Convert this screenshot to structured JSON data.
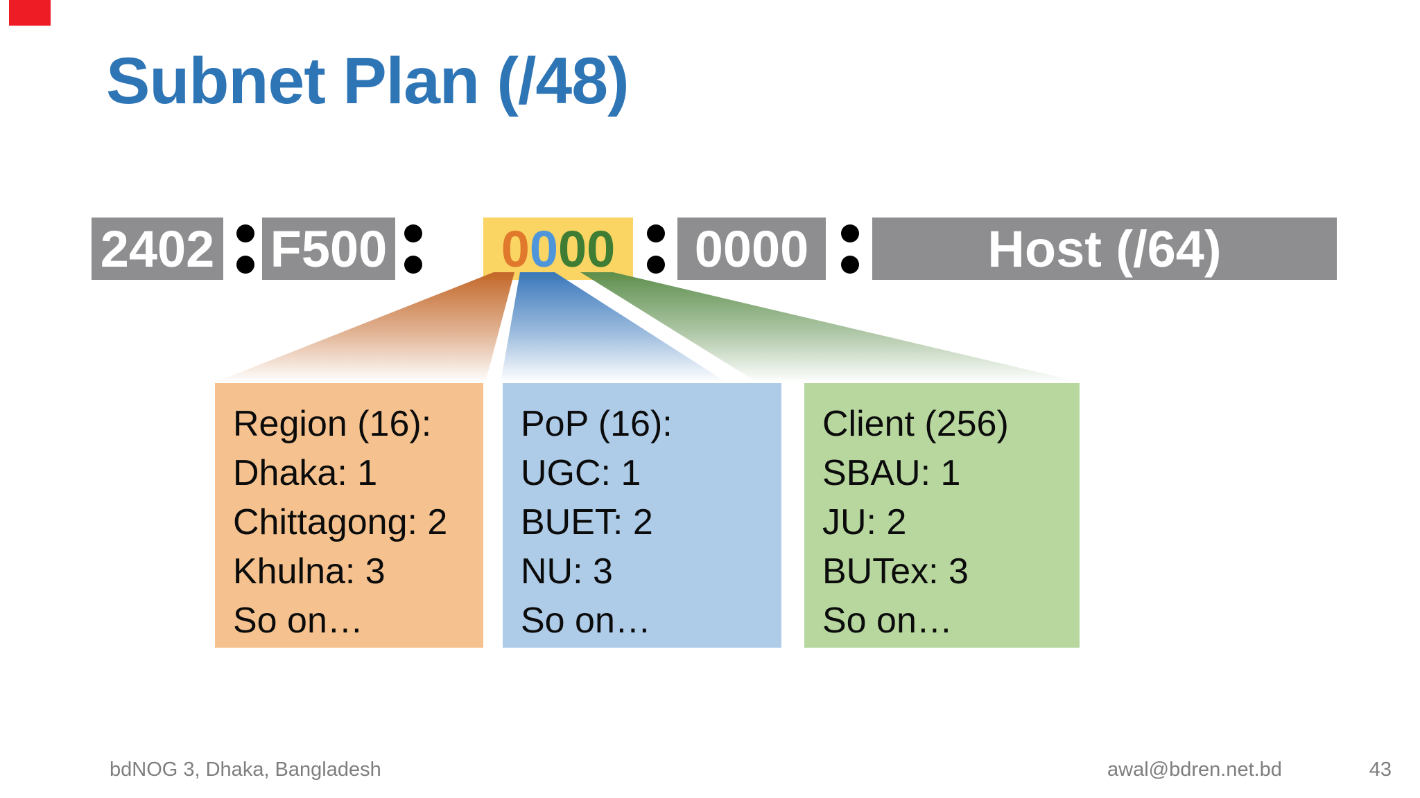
{
  "slide": {
    "background": "#ffffff",
    "red_tab_color": "#EE1C25",
    "title": {
      "text": "Subnet Plan (/48)",
      "color": "#2E75B6"
    },
    "footer": {
      "left": "bdNOG 3, Dhaka, Bangladesh",
      "email": "awal@bdren.net.bd",
      "page_number": "43",
      "color": "#7E7E7E"
    }
  },
  "address_bar": {
    "separator_glyph": ":",
    "separator_color": "#000000",
    "gray_block_color": "#8E8E90",
    "block_text_color": "#ffffff",
    "highlight_block_color": "#FAD564",
    "blocks": [
      {
        "label": "2402"
      },
      {
        "label": "F500"
      },
      {
        "label": "0000",
        "highlighted": true,
        "digits": [
          {
            "char": "0",
            "color": "#E0792C"
          },
          {
            "char": "0",
            "color": "#4E95D9"
          },
          {
            "char": "0",
            "color": "#3E7D33"
          },
          {
            "char": "0",
            "color": "#3E7D33"
          }
        ]
      },
      {
        "label": "0000"
      },
      {
        "label": "Host (/64)"
      }
    ]
  },
  "callouts": [
    {
      "name": "region",
      "bg": "#F5C28F",
      "beam": "#C3682A",
      "lines": [
        "Region (16):",
        "Dhaka: 1",
        "Chittagong: 2",
        "Khulna: 3",
        "So on…"
      ]
    },
    {
      "name": "pop",
      "bg": "#AECBE8",
      "beam": "#3A78BC",
      "lines": [
        "PoP (16):",
        "UGC: 1",
        "BUET: 2",
        "NU: 3",
        "So on…"
      ]
    },
    {
      "name": "client",
      "bg": "#B7D79F",
      "beam": "#5E8F4E",
      "lines": [
        "Client (256)",
        "SBAU: 1",
        "JU: 2",
        "BUTex: 3",
        "So on…"
      ]
    }
  ]
}
